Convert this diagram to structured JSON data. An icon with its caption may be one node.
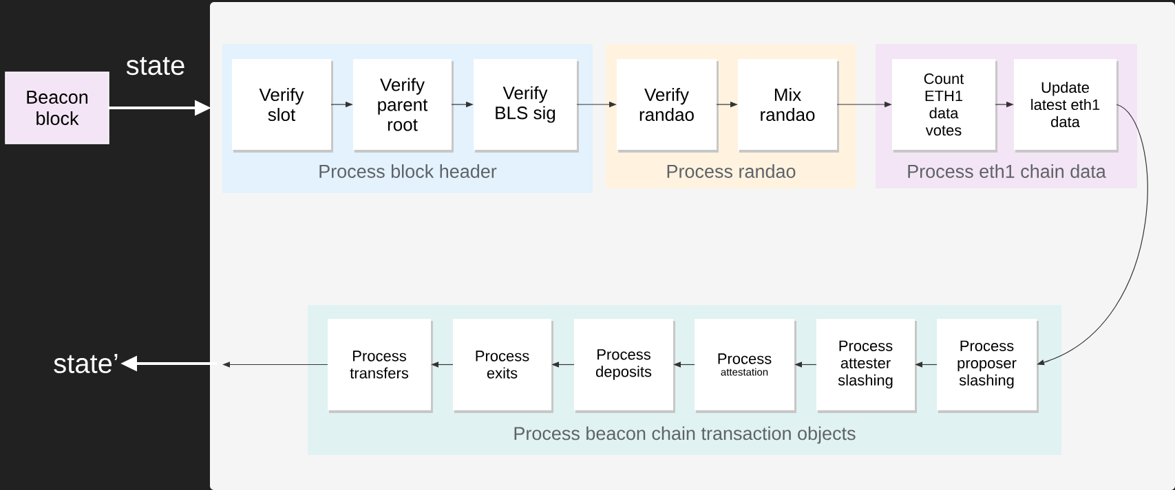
{
  "diagram": {
    "nodes": [
      {
        "text": [
          "Beacon block"
        ]
      },
      {
        "text": [],
        "shape": "box"
      },
      {
        "text": [
          "Process block header"
        ],
        "in": 1
      },
      {
        "text": [
          "Verify slot"
        ],
        "in": 2
      },
      {
        "text": [
          "Verify parent root"
        ],
        "in": 2
      },
      {
        "text": [
          "Verify BLS sig"
        ],
        "in": 2
      },
      {
        "text": [
          "Process randao"
        ],
        "in": 1
      },
      {
        "text": [
          "Verify randao"
        ],
        "in": 6
      },
      {
        "text": [
          "Mix randao"
        ],
        "in": 6
      },
      {
        "text": [
          "Process eth1 chain data"
        ],
        "in": 1
      },
      {
        "text": [
          "Count ETH1 data votes"
        ],
        "in": 9
      },
      {
        "text": [
          "Update latest eth1 data"
        ],
        "in": 9
      },
      {
        "text": [
          "Process beacon chain transaction objects"
        ],
        "in": 1
      },
      {
        "text": [
          "Process transfers"
        ],
        "in": 12
      },
      {
        "text": [
          "Process exits"
        ],
        "in": 12
      },
      {
        "text": [
          "Process deposits"
        ],
        "in": 12
      },
      {
        "text": [
          "Process",
          "attestation"
        ],
        "in": 12
      },
      {
        "text": [
          "Process attester slashing"
        ],
        "in": 12
      },
      {
        "text": [
          "Process proposer slashing"
        ],
        "in": 12
      },
      {
        "text": [
          "state’"
        ]
      }
    ],
    "edges": [
      {
        "from": 0,
        "to": 1,
        "arrow": "to",
        "style": "thick",
        "color": "#ffffff"
      },
      {
        "from": 3,
        "to": 4,
        "arrow": "to"
      },
      {
        "from": 4,
        "to": 5,
        "arrow": "to"
      },
      {
        "from": 5,
        "to": 7,
        "arrow": "to"
      },
      {
        "from": 7,
        "to": 8,
        "arrow": "to"
      },
      {
        "from": 8,
        "to": 10,
        "arrow": "to"
      },
      {
        "from": 10,
        "to": 11,
        "arrow": "to"
      },
      {
        "from": 11,
        "to": 18,
        "arrow": "to"
      },
      {
        "from": 18,
        "to": 17,
        "arrow": "to"
      },
      {
        "from": 17,
        "to": 16,
        "arrow": "to"
      },
      {
        "from": 16,
        "to": 15,
        "arrow": "to"
      },
      {
        "from": 15,
        "to": 14,
        "arrow": "to"
      },
      {
        "from": 14,
        "to": 13,
        "arrow": "to"
      },
      {
        "from": 13,
        "to": 1,
        "arrow": "to"
      },
      {
        "from": 1,
        "to": 19,
        "arrow": "to",
        "style": "thick",
        "color": "#ffffff"
      }
    ],
    "labels": [
      "state"
    ]
  }
}
